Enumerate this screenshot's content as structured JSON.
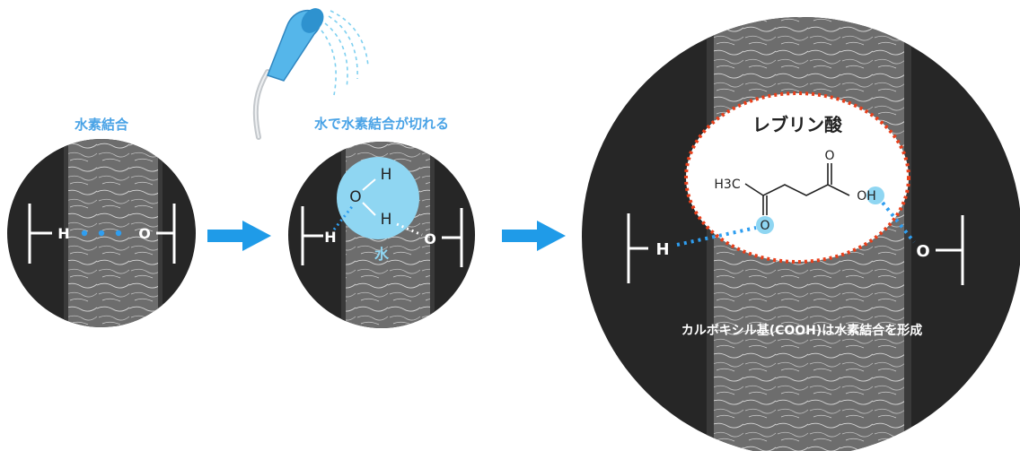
{
  "panel1": {
    "caption": "水素結合",
    "h": "H",
    "o": "O"
  },
  "panel2": {
    "caption": "水で水素結合が切れる",
    "h": "H",
    "o": "O",
    "water_h1": "H",
    "water_o": "O",
    "water_h2": "H",
    "water_label": "水"
  },
  "panel3": {
    "molecule_name": "レブリン酸",
    "h3c": "H3C",
    "carbonyl_o": "O",
    "acid_o": "O",
    "oh": "OH",
    "h": "H",
    "o": "O",
    "caption": "カルボキシル基(COOH)は水素結合を形成"
  },
  "colors": {
    "accent": "#4aa3e6",
    "arrow": "#1f9be8",
    "circle": "#272727",
    "hair": "#6b6b6b",
    "bubble": "#8fd6f2",
    "dotted_red": "#e8401c"
  }
}
